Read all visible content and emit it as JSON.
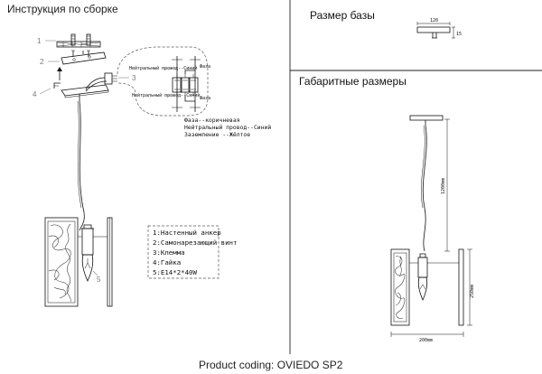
{
  "assembly": {
    "title": "Инструкция по сборке",
    "callouts": [
      "1",
      "2",
      "3",
      "4"
    ],
    "bulb_number": "5",
    "neutral_label_1": "Нейтральный провод--Синий",
    "neutral_label_2": "Нейтральный провод--Синий",
    "phase_top": "Фаза",
    "phase_bottom": "Фаза",
    "wire_key": [
      "Фаза--коричневая",
      "Нейтральный провод--Синий",
      "Заземление --Жёлтое"
    ],
    "legend": [
      "1:Настенный анкер",
      "2:Самонарезающий винт",
      "3:Клемма",
      "4:Гайка",
      "5:E14*2*40W"
    ]
  },
  "base": {
    "title": "Размер базы",
    "width_label": "120",
    "height_label": "15"
  },
  "overall": {
    "title": "Габаритные размеры",
    "height_label": "1200mm",
    "shade_height_label": "250mm",
    "width_label": "200mm"
  },
  "footer": {
    "product_coding": "Product coding: OVIEDO SP2"
  }
}
